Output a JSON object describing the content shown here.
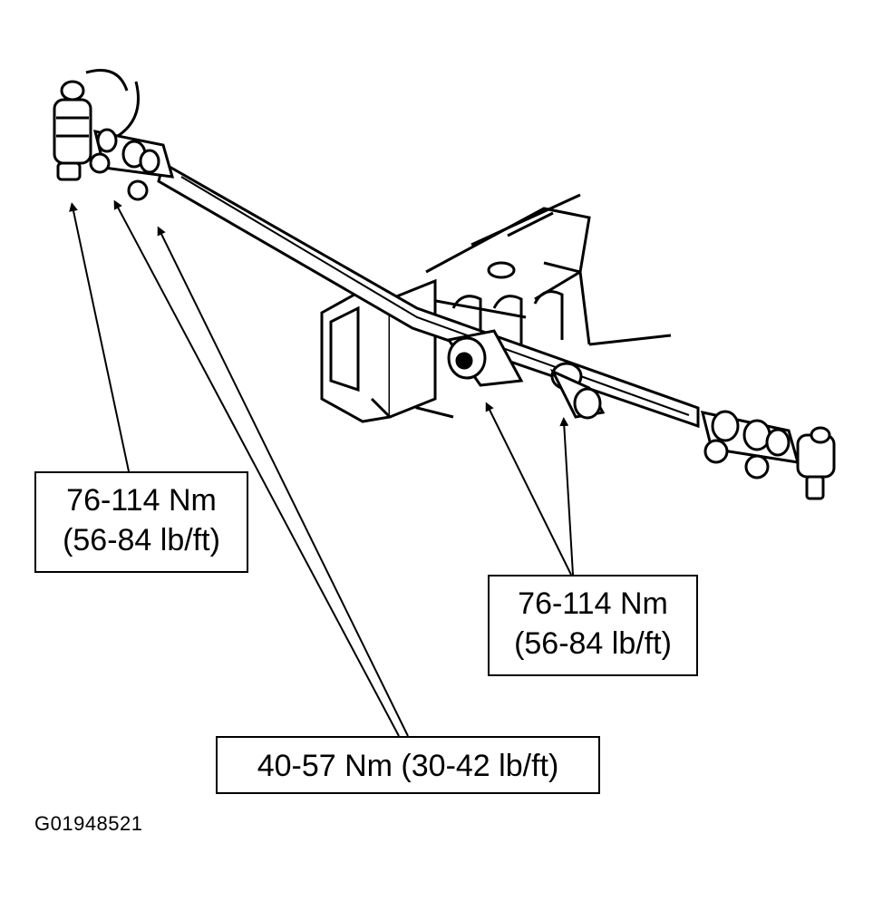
{
  "callouts": {
    "left": {
      "line1": "76-114 Nm",
      "line2": "(56-84 lb/ft)"
    },
    "right": {
      "line1": "76-114 Nm",
      "line2": "(56-84 lb/ft)"
    },
    "bottom": {
      "text": "40-57 Nm (30-42 lb/ft)"
    }
  },
  "figure_id": "G01948521"
}
